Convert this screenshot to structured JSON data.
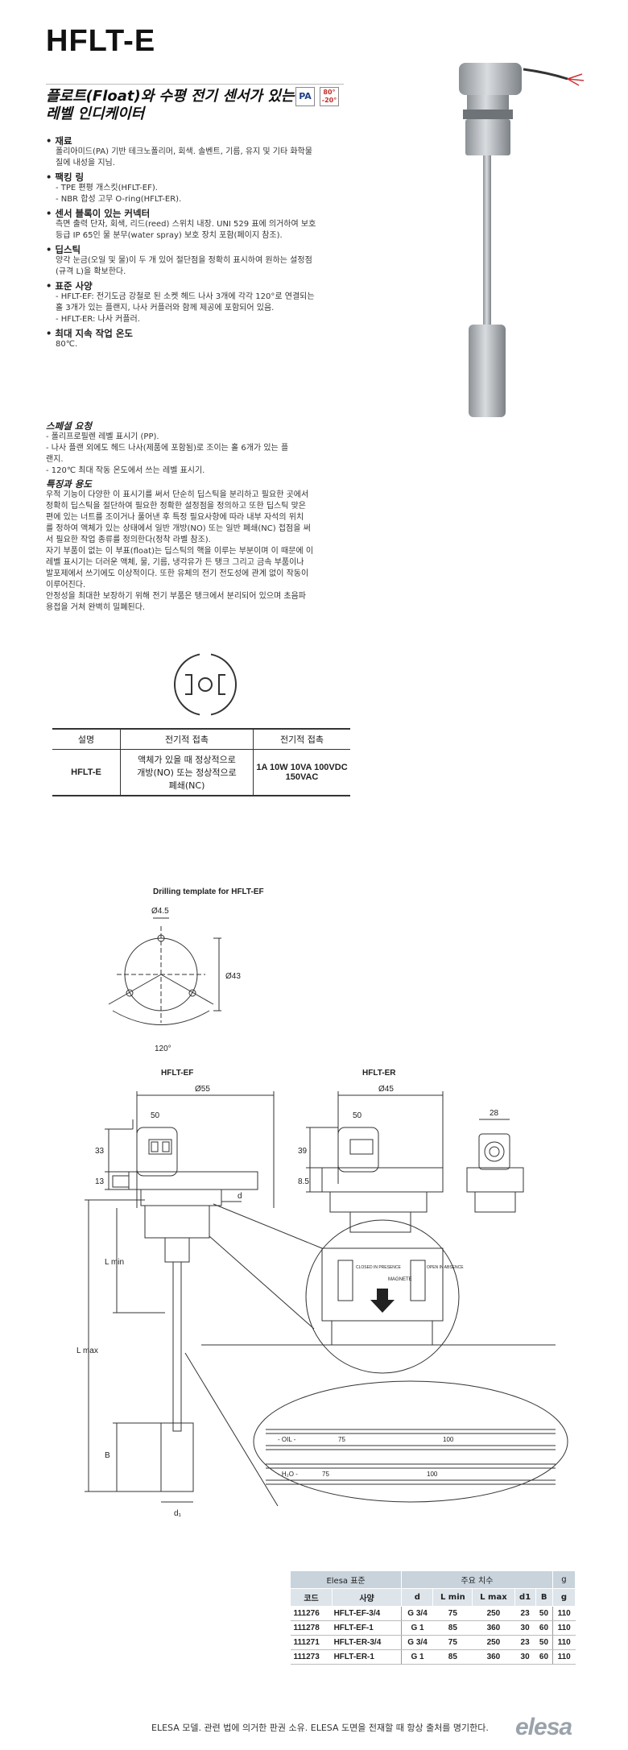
{
  "title": "HFLT-E",
  "subtitle_lines": [
    "플로트(Float)와 수평 전기 센서가 있는",
    "레벨 인디케이터"
  ],
  "badges": {
    "pa": "PA",
    "temp_max": "80°",
    "temp_min": "-20°"
  },
  "specs": [
    {
      "heading": "재료",
      "lines": [
        "폴리아미드(PA) 기반 테크노폴리머, 회색. 솔벤트, 기름, 유지 및 기타 화학물",
        "질에 내성을 지님."
      ]
    },
    {
      "heading": "팩킹 링",
      "lines": [
        "- TPE 편평 개스킷(HFLT-EF).",
        "- NBR 합성 고무 O-ring(HFLT-ER)."
      ]
    },
    {
      "heading": "센서 블록이 있는 커넥터",
      "lines": [
        "측면 출력 단자, 회색, 리드(reed) 스위치 내장. UNI 529 표에 의거하여 보호",
        "등급 IP 65인 물 분무(water spray) 보호 장치 포함(페이지 참조)."
      ]
    },
    {
      "heading": "딥스틱",
      "lines": [
        "양각 눈금(오일 및 물)이 두 개 있어 절단점을 정확히 표시하여 원하는 설정점",
        "(규격 L)을 확보한다."
      ]
    },
    {
      "heading": "표준 사양",
      "lines": [
        "- HFLT-EF: 전기도금 강철로 된 소켓 헤드 나사 3개에 각각 120°로 연결되는",
        "  홀 3개가 있는 플랜지, 나사 커플러와 함께 제공에 포함되어 있음.",
        "- HFLT-ER: 나사 커플러."
      ]
    },
    {
      "heading": "최대 지속 작업 온도",
      "lines": [
        "80℃."
      ]
    }
  ],
  "special": {
    "heading": "스페셜 요청",
    "lines": [
      "- 폴리프로필렌 레벨 표시기 (PP).",
      "- 나사 플랜 외에도 헤드 나사(제품에 포함됨)로 조이는 홀 6개가 있는 플",
      "  랜지.",
      "- 120℃ 최대 작동 온도에서 쓰는 레벨 표시기."
    ]
  },
  "features": {
    "heading": "특징과 용도",
    "lines": [
      "우적 기능이 다양한 이 표시기를 써서 단순히 딥스틱을 분리하고 필요한 곳에서",
      "정확히 딥스틱을 절단하여 필요한 정확한 설정점을 정의하고 또한 딥스틱 맞은",
      "편에 있는 너트를 조이거나 풀어낸 후 특정 필요사항에 따라 내부 자석의 위치",
      "를 정하여 액체가 있는 상태에서 일반 개방(NO) 또는 일반 폐쇄(NC) 접점을 써",
      "서 필요한 작업 종류를 정의한다(정착 라벨 참조).",
      "자기 부품이 없는 이 부표(float)는 딥스틱의 핵을 이루는 부분이며 이 때문에 이",
      "레벨 표시기는 더러운 액체, 물, 기름, 냉각유가 든 탱크 그리고 금속 부품이나",
      "발포제에서 쓰기에도 이상적이다. 또한 유체의 전기 전도성에 관계 없이 작동이",
      "이루어진다.",
      "안정성을 최대한 보장하기 위해 전기 부품은 탱크에서 분리되어 있으며 초음파",
      "용접을 거쳐 완벽히 밀폐된다."
    ]
  },
  "table1": {
    "headers": [
      "설명",
      "전기적 접촉",
      "전기적 접촉"
    ],
    "row": {
      "code": "HFLT-E",
      "contact_lines": [
        "액체가 있을 때 정상적으로",
        "개방(NO) 또는 정상적으로",
        "폐쇄(NC)"
      ],
      "rating_lines": [
        "1A 10W 10VA 100VDC",
        "150VAC"
      ]
    }
  },
  "drawing": {
    "drill_title": "Drilling template for HFLT-EF",
    "d45": "Ø4.5",
    "d43": "Ø43",
    "angle": "120°",
    "ef_label": "HFLT-EF",
    "er_label": "HFLT-ER",
    "d55": "Ø55",
    "d45b": "Ø45",
    "w50a": "50",
    "w50b": "50",
    "w28": "28",
    "h33": "33",
    "h13": "13",
    "h39": "39",
    "h85": "8.5",
    "lmin": "L min",
    "lmax": "L max",
    "b": "B",
    "d": "d",
    "d1": "d₁",
    "magnet": "MAGNETE",
    "closed": "CLOSED IN PRESENCE",
    "open": "OPEN IN ABSENCE",
    "oil_label": "- OIL -",
    "oil_75": "75",
    "oil_100": "100",
    "h2o_label": "- H₂O -",
    "h2o_75": "75",
    "h2o_100": "100"
  },
  "table2": {
    "group_elesa": "Elesa 표준",
    "group_dims": "주요 치수",
    "group_weight": "g",
    "col_code": "코드",
    "col_desc": "사양",
    "cols": [
      "d",
      "L min",
      "L max",
      "d1",
      "B",
      "g"
    ],
    "rows": [
      {
        "code": "111276",
        "desc": "HFLT-EF-3/4",
        "d": "G 3/4",
        "lmin": "75",
        "lmax": "250",
        "d1": "23",
        "b": "50",
        "g": "110"
      },
      {
        "code": "111278",
        "desc": "HFLT-EF-1",
        "d": "G 1",
        "lmin": "85",
        "lmax": "360",
        "d1": "30",
        "b": "60",
        "g": "110"
      },
      {
        "code": "111271",
        "desc": "HFLT-ER-3/4",
        "d": "G 3/4",
        "lmin": "75",
        "lmax": "250",
        "d1": "23",
        "b": "50",
        "g": "110"
      },
      {
        "code": "111273",
        "desc": "HFLT-ER-1",
        "d": "G 1",
        "lmin": "85",
        "lmax": "360",
        "d1": "30",
        "b": "60",
        "g": "110"
      }
    ]
  },
  "footer": "ELESA 모델. 관련 법에 의거한 판권 소유. ELESA 도면을 전재할 때 항상 출처를 명기한다.",
  "logo": "elesa"
}
